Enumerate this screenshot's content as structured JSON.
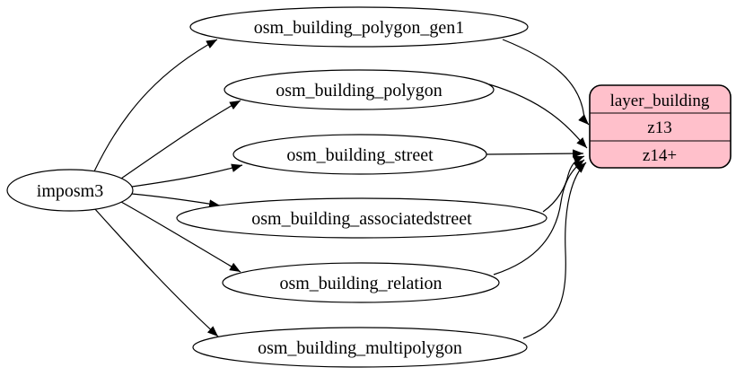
{
  "diagram": {
    "type": "graphviz-etl-flow",
    "source_node": {
      "label": "imposm3"
    },
    "table_nodes": [
      {
        "label": "osm_building_polygon_gen1"
      },
      {
        "label": "osm_building_polygon"
      },
      {
        "label": "osm_building_street"
      },
      {
        "label": "osm_building_associatedstreet"
      },
      {
        "label": "osm_building_relation"
      },
      {
        "label": "osm_building_multipolygon"
      }
    ],
    "layer_node": {
      "title": "layer_building",
      "rows": [
        "z13",
        "z14+"
      ],
      "fill_color": "#ffc0cb",
      "border_color": "#000000"
    },
    "edges": [
      {
        "from": "imposm3",
        "to": "osm_building_polygon_gen1"
      },
      {
        "from": "imposm3",
        "to": "osm_building_polygon"
      },
      {
        "from": "imposm3",
        "to": "osm_building_street"
      },
      {
        "from": "imposm3",
        "to": "osm_building_associatedstreet"
      },
      {
        "from": "imposm3",
        "to": "osm_building_relation"
      },
      {
        "from": "imposm3",
        "to": "osm_building_multipolygon"
      },
      {
        "from": "osm_building_polygon_gen1",
        "to": "layer_building:z13"
      },
      {
        "from": "osm_building_polygon",
        "to": "layer_building:z14+"
      },
      {
        "from": "osm_building_street",
        "to": "layer_building:z14+"
      },
      {
        "from": "osm_building_associatedstreet",
        "to": "layer_building:z14+"
      },
      {
        "from": "osm_building_relation",
        "to": "layer_building:z14+"
      },
      {
        "from": "osm_building_multipolygon",
        "to": "layer_building:z14+"
      }
    ],
    "colors": {
      "background": "#ffffff",
      "node_fill": "#ffffff",
      "node_stroke": "#000000",
      "edge": "#000000",
      "text": "#000000"
    }
  }
}
